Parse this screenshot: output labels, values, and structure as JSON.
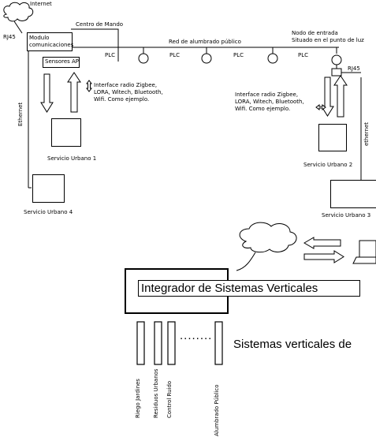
{
  "top_diagram": {
    "cloud_label": "Internet",
    "control_center_label": "Centro de Mando",
    "rj45_left_label": "RJ45",
    "module_label": "Modulo\ncomunicaciones",
    "sensors_label": "Sensores AP",
    "network_label": "Red de alumbrado público",
    "plc_label_1": "PLC",
    "plc_label_2": "PLC",
    "plc_label_3": "PLC",
    "plc_label_4": "PLC",
    "entry_node_label": "Nodo de entrada\nSituado en el punto de luz",
    "rj45_right_label": "RJ45",
    "radio_interface_left": "Interface radio Zigbee,\nLORA, Witech, Bluetooth,\nWifi. Como ejemplo.",
    "radio_interface_right": "Interface radio Zigbee,\nLORA, Witech, Bluetooth,\nWifi. Como ejemplo.",
    "ethernet_left_label": "Ethernet",
    "ethernet_right_label": "ethernet",
    "urban_service_1": "Servicio Urbano 1",
    "urban_service_2": "Servicio Urbano 2",
    "urban_service_3": "Servicio Urbano 3",
    "urban_service_4": "Servicio Urbano  4"
  },
  "bottom_diagram": {
    "integrator_label": "Integrador de Sistemas Verticales",
    "vertical_systems_label": "Sistemas verticales de",
    "dots": "........",
    "verticals": [
      "Riego Jardines",
      "Residuos Urbanos",
      "Control Ruido",
      "Alumbrado Público"
    ]
  }
}
